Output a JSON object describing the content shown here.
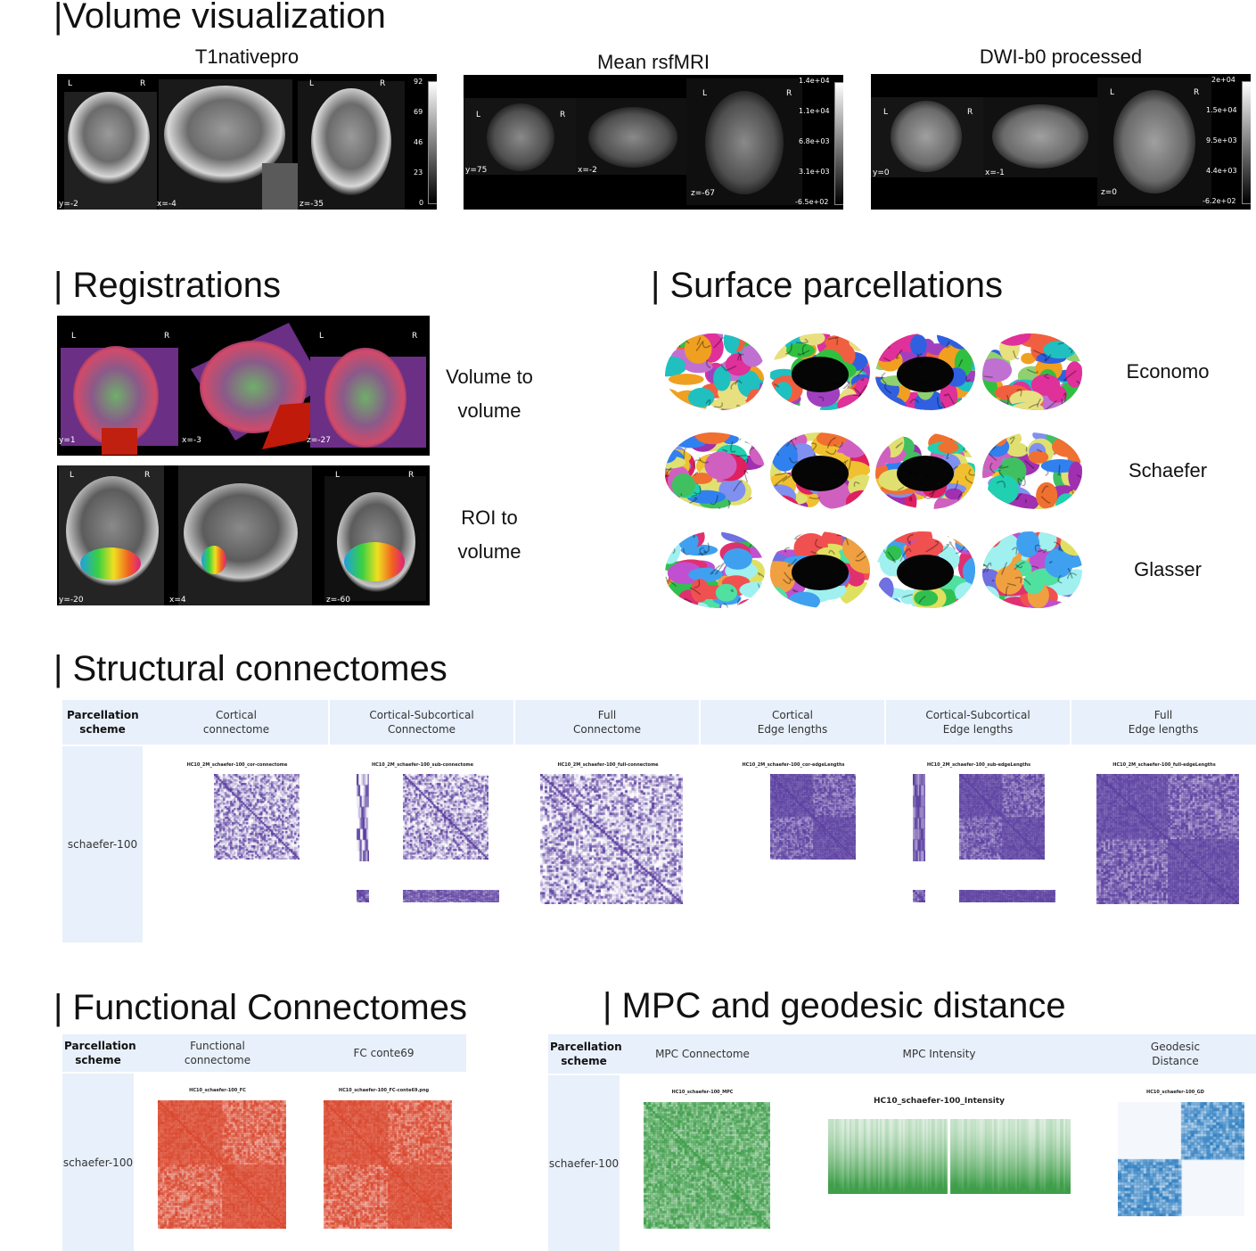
{
  "sections": {
    "volume": "|Volume visualization",
    "registrations": "| Registrations",
    "surface": "| Surface parcellations",
    "structural": "| Structural connectomes",
    "functional": "| Functional Connectomes",
    "mpc": "| MPC and geodesic distance"
  },
  "volume_panels": [
    {
      "title": "T1nativepro",
      "coords": [
        "y=-2",
        "x=-4",
        "z=-35"
      ],
      "ticks": [
        "92",
        "69",
        "46",
        "23",
        "0"
      ]
    },
    {
      "title": "Mean rsfMRI",
      "coords": [
        "y=75",
        "x=-2",
        "z=-67"
      ],
      "ticks": [
        "1.4e+04",
        "1.1e+04",
        "6.8e+03",
        "3.1e+03",
        "-6.5e+02"
      ]
    },
    {
      "title": "DWI-b0 processed",
      "coords": [
        "y=0",
        "x=-1",
        "z=0"
      ],
      "ticks": [
        "2e+04",
        "1.5e+04",
        "9.5e+03",
        "4.4e+03",
        "-6.2e+02"
      ]
    }
  ],
  "orient": {
    "left": "L",
    "right": "R"
  },
  "registrations": [
    {
      "label_line1": "Volume to",
      "label_line2": "volume",
      "coords": [
        "y=1",
        "x=-3",
        "z=-27"
      ]
    },
    {
      "label_line1": "ROI to",
      "label_line2": "volume",
      "coords": [
        "y=-20",
        "x=4",
        "z=-60"
      ]
    }
  ],
  "parcellations": [
    "Economo",
    "Schaefer",
    "Glasser"
  ],
  "structural_table": {
    "scheme_header": "Parcellation scheme",
    "columns": [
      {
        "line1": "Cortical",
        "line2": "connectome",
        "matrix_title": "HC10_2M_schaefer-100_cor-connectome"
      },
      {
        "line1": "Cortical-Subcortical",
        "line2": "Connectome",
        "matrix_title": "HC10_2M_schaefer-100_sub-connectome"
      },
      {
        "line1": "Full",
        "line2": "Connectome",
        "matrix_title": "HC10_2M_schaefer-100_full-connectome"
      },
      {
        "line1": "Cortical",
        "line2": "Edge lengths",
        "matrix_title": "HC10_2M_schaefer-100_cor-edgeLengths"
      },
      {
        "line1": "Cortical-Subcortical",
        "line2": "Edge lengths",
        "matrix_title": "HC10_2M_schaefer-100_sub-edgeLengths"
      },
      {
        "line1": "Full",
        "line2": "Edge lengths",
        "matrix_title": "HC10_2M_schaefer-100_full-edgeLengths"
      }
    ],
    "row_label": "schaefer-100"
  },
  "functional_table": {
    "scheme_header": "Parcellation scheme",
    "columns": [
      {
        "line1": "Functional",
        "line2": "connectome",
        "matrix_title": "HC10_schaefer-100_FC"
      },
      {
        "line1": "FC conte69",
        "line2": "",
        "matrix_title": "HC10_schaefer-100_FC-conte69.png"
      }
    ],
    "row_label": "schaefer-100"
  },
  "mpc_table": {
    "scheme_header": "Parcellation scheme",
    "columns": [
      {
        "line1": "MPC Connectome",
        "line2": "",
        "matrix_title": "HC10_schaefer-100_MPC"
      },
      {
        "line1": "MPC Intensity",
        "line2": "",
        "matrix_title": "HC10_schaefer-100_Intensity"
      },
      {
        "line1": "Geodesic",
        "line2": "Distance",
        "matrix_title": "HC10_schaefer-100_GD"
      }
    ],
    "row_label": "schaefer-100"
  },
  "colors": {
    "header_bg": "#e8f0fb",
    "structural_matrix": "#5b3fa0",
    "fc_matrix": "#d9452b",
    "mpc_matrix": "#3f9e4a",
    "gd_matrix": "#2f7fc1"
  }
}
